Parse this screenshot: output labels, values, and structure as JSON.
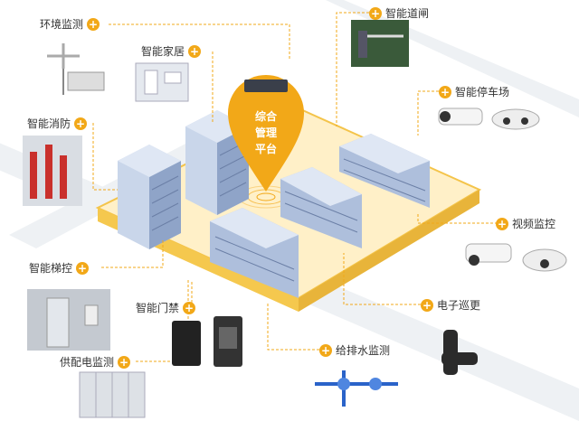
{
  "hub": {
    "lines": [
      "综合",
      "管理",
      "平台"
    ]
  },
  "features": {
    "env": "环境监测",
    "home": "智能家居",
    "fire": "智能消防",
    "gate": "智能道闸",
    "parking": "智能停车场",
    "video": "视频监控",
    "elevator": "智能梯控",
    "patrol": "电子巡更",
    "access": "智能门禁",
    "water": "给排水监测",
    "power": "供配电监测"
  },
  "plus_symbol": "+",
  "colors": {
    "accent": "#f2a818",
    "ground": "#fff0c8",
    "street": "#eef1f4",
    "building": "#8fa4c8"
  }
}
